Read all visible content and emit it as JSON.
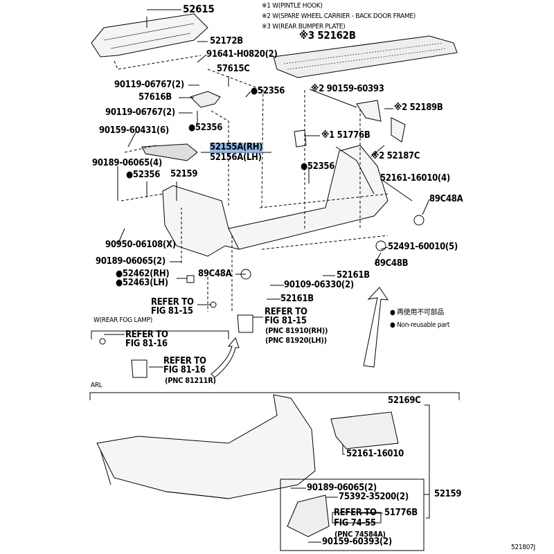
{
  "notes": [
    "※1 W(PINTLE HOOK)",
    "※2 W(SPARE WHEEL CARRIER - BACK DOOR FRAME)",
    "※3 W(REAR BUMPER PLATE)"
  ],
  "parts": {
    "p52615": "52615",
    "p52172B": "52172B",
    "p91641": "91641-H0820(2)",
    "p57615C": "57615C",
    "p90119a": "90119-06767(2)",
    "p52356a": "●52356",
    "p57616B": "57616B",
    "p90119b": "90119-06767(2)",
    "p52356b": "●52356",
    "p90159_60431": "90159-60431(6)",
    "p52155A": "52155A(RH)",
    "p52156A": "52156A(LH)",
    "p90189_4": "90189-06065(4)",
    "p52356c": "●52356",
    "p52159a": "52159",
    "p90950": "90950-06108(X)",
    "p90189_2": "90189-06065(2)",
    "p52462": "●52462(RH)",
    "p52463": "●52463(LH)",
    "p89C48Aa": "89C48A",
    "p52161Ba": "52161B",
    "p90109": "90109-06330(2)",
    "p52161Bb": "52161B",
    "p52162B": "※3 52162B",
    "p90159_60393": "※2 90159-60393",
    "p52189B": "※2 52189B",
    "p51776Ba": "※1 51776B",
    "p52187C": "※2 52187C",
    "p52356d": "●52356",
    "p52161_4": "52161-16010(4)",
    "p89C48Ab": "89C48A",
    "p52491": "52491-60010(5)",
    "p89C48B": "89C48B",
    "p52169C": "52169C",
    "p52161_16010": "52161-16010",
    "p52159b": "52159",
    "p90189_2b": "90189-06065(2)",
    "p75392": "75392-35200(2)",
    "p51776Bb": "51776B",
    "p90159_2": "90159-60393(2)"
  },
  "refs": {
    "r1a": "REFER TO",
    "r1b": "FIG 81-15",
    "r2a": "REFER TO",
    "r2b": "FIG 81-15",
    "r2c": "(PNC 81910(RH))",
    "r2d": "(PNC 81920(LH))",
    "r3a": "REFER TO",
    "r3b": "FIG 81-16",
    "r4a": "REFER TO",
    "r4b": "FIG 81-16",
    "r4c": "(PNC 81211R)",
    "r5a": "REFER TO",
    "r5b": "FIG 74-55",
    "r5c": "(PNC 74584A)"
  },
  "sections": {
    "fog": "W(REAR FOG LAMP)",
    "arl": "ARL"
  },
  "legend": {
    "jp": "● 再使用不可部品",
    "en": "● Non-reusable part"
  },
  "figure_id": "521807J"
}
